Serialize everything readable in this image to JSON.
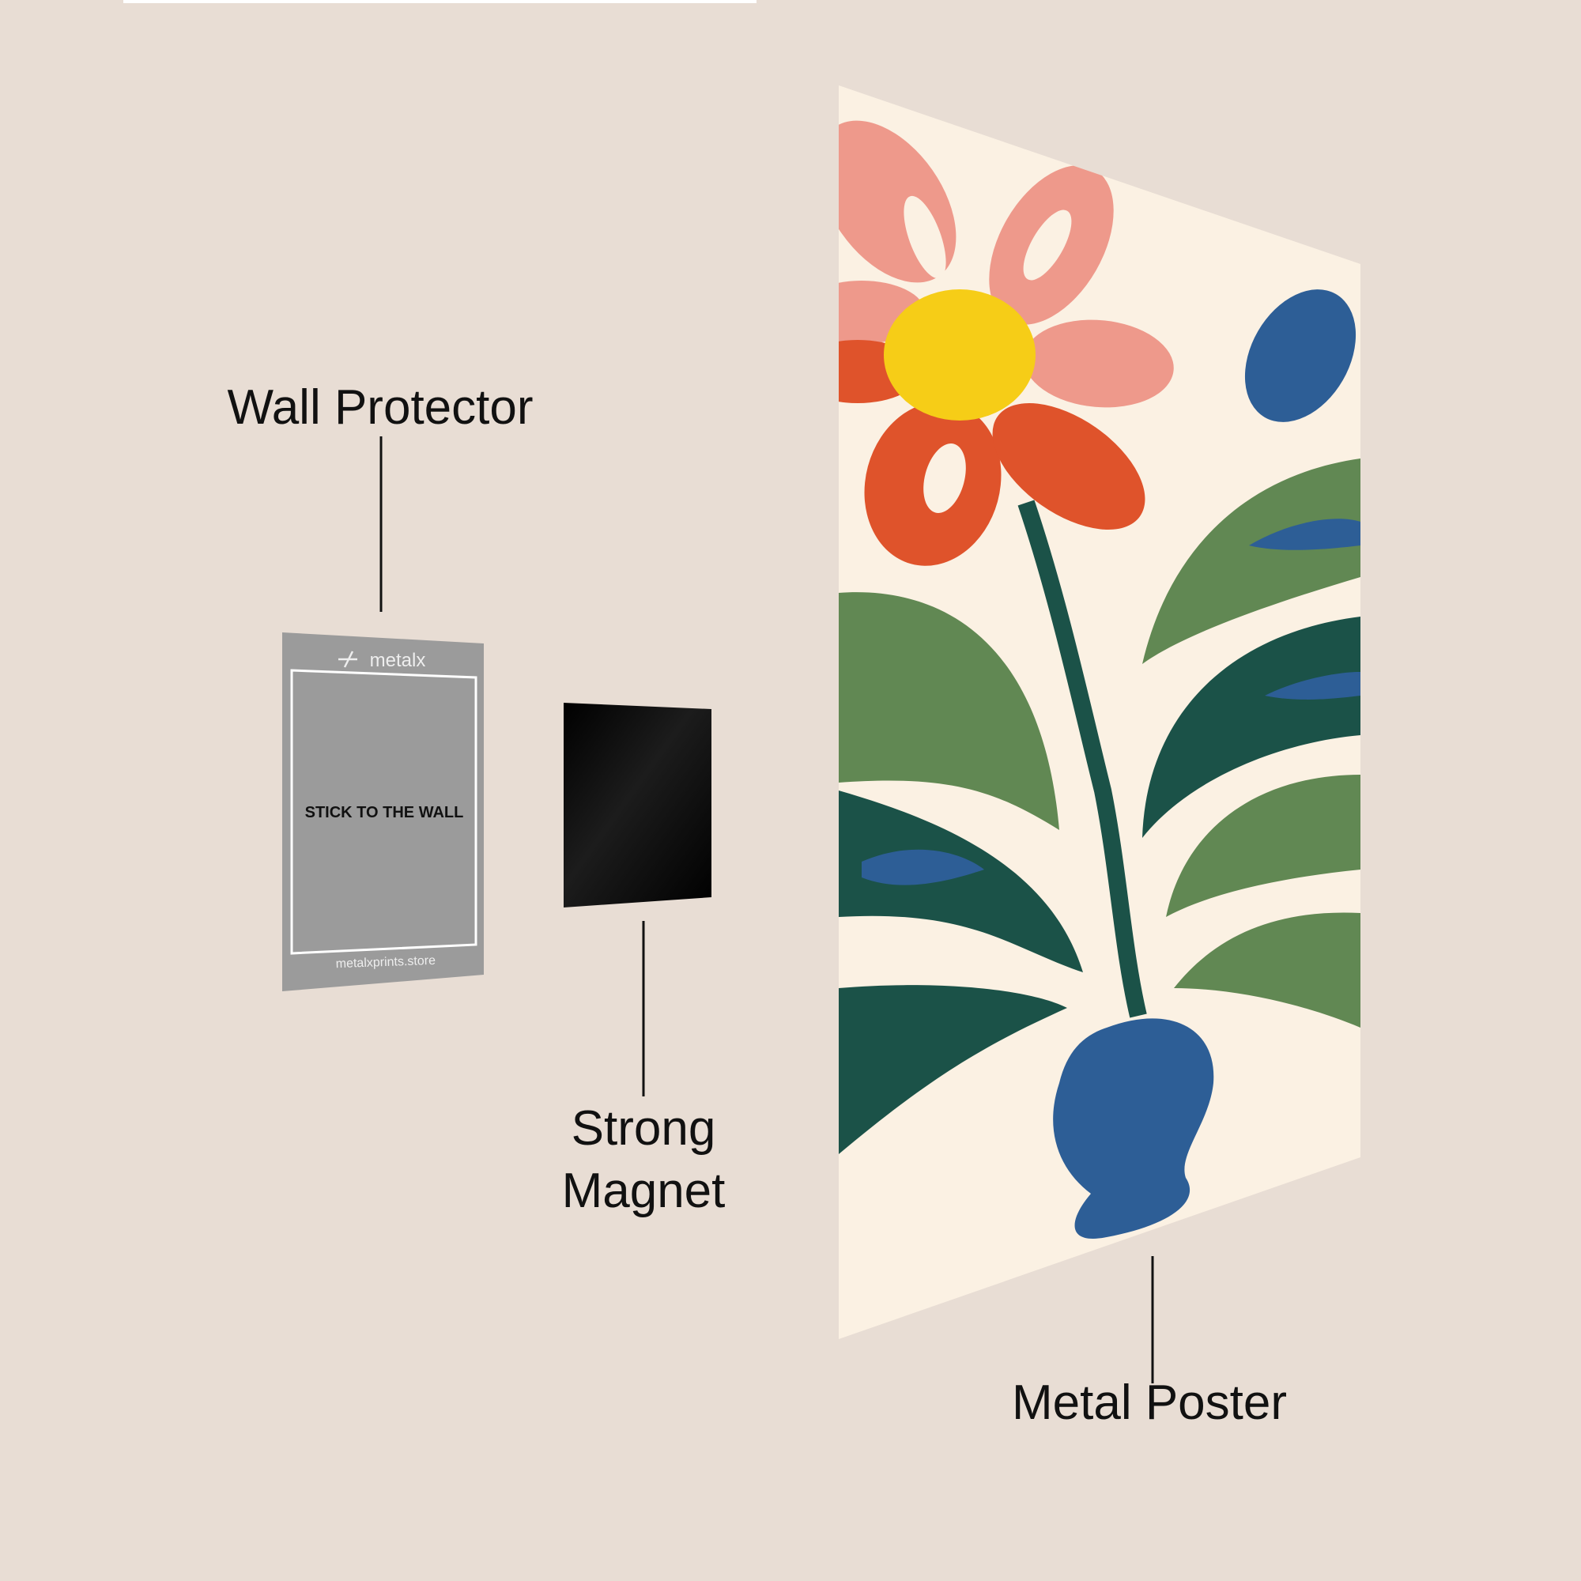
{
  "labels": {
    "wall_protector": "Wall Protector",
    "strong_magnet_line1": "Strong",
    "strong_magnet_line2": "Magnet",
    "metal_poster": "Metal Poster"
  },
  "wall_protector_card": {
    "brand": "metalx",
    "instruction": "STICK TO THE WALL",
    "website": "metalxprints.store"
  },
  "colors": {
    "background": "#e8ddd4",
    "protector": "#9b9b9b",
    "magnet": "#050505",
    "poster_bg": "#fbf1e3",
    "pink": "#ee998b",
    "orange": "#df532b",
    "yellow": "#f6cd17",
    "blue": "#2d5e96",
    "dark_green": "#1b5248",
    "light_green": "#618853"
  }
}
